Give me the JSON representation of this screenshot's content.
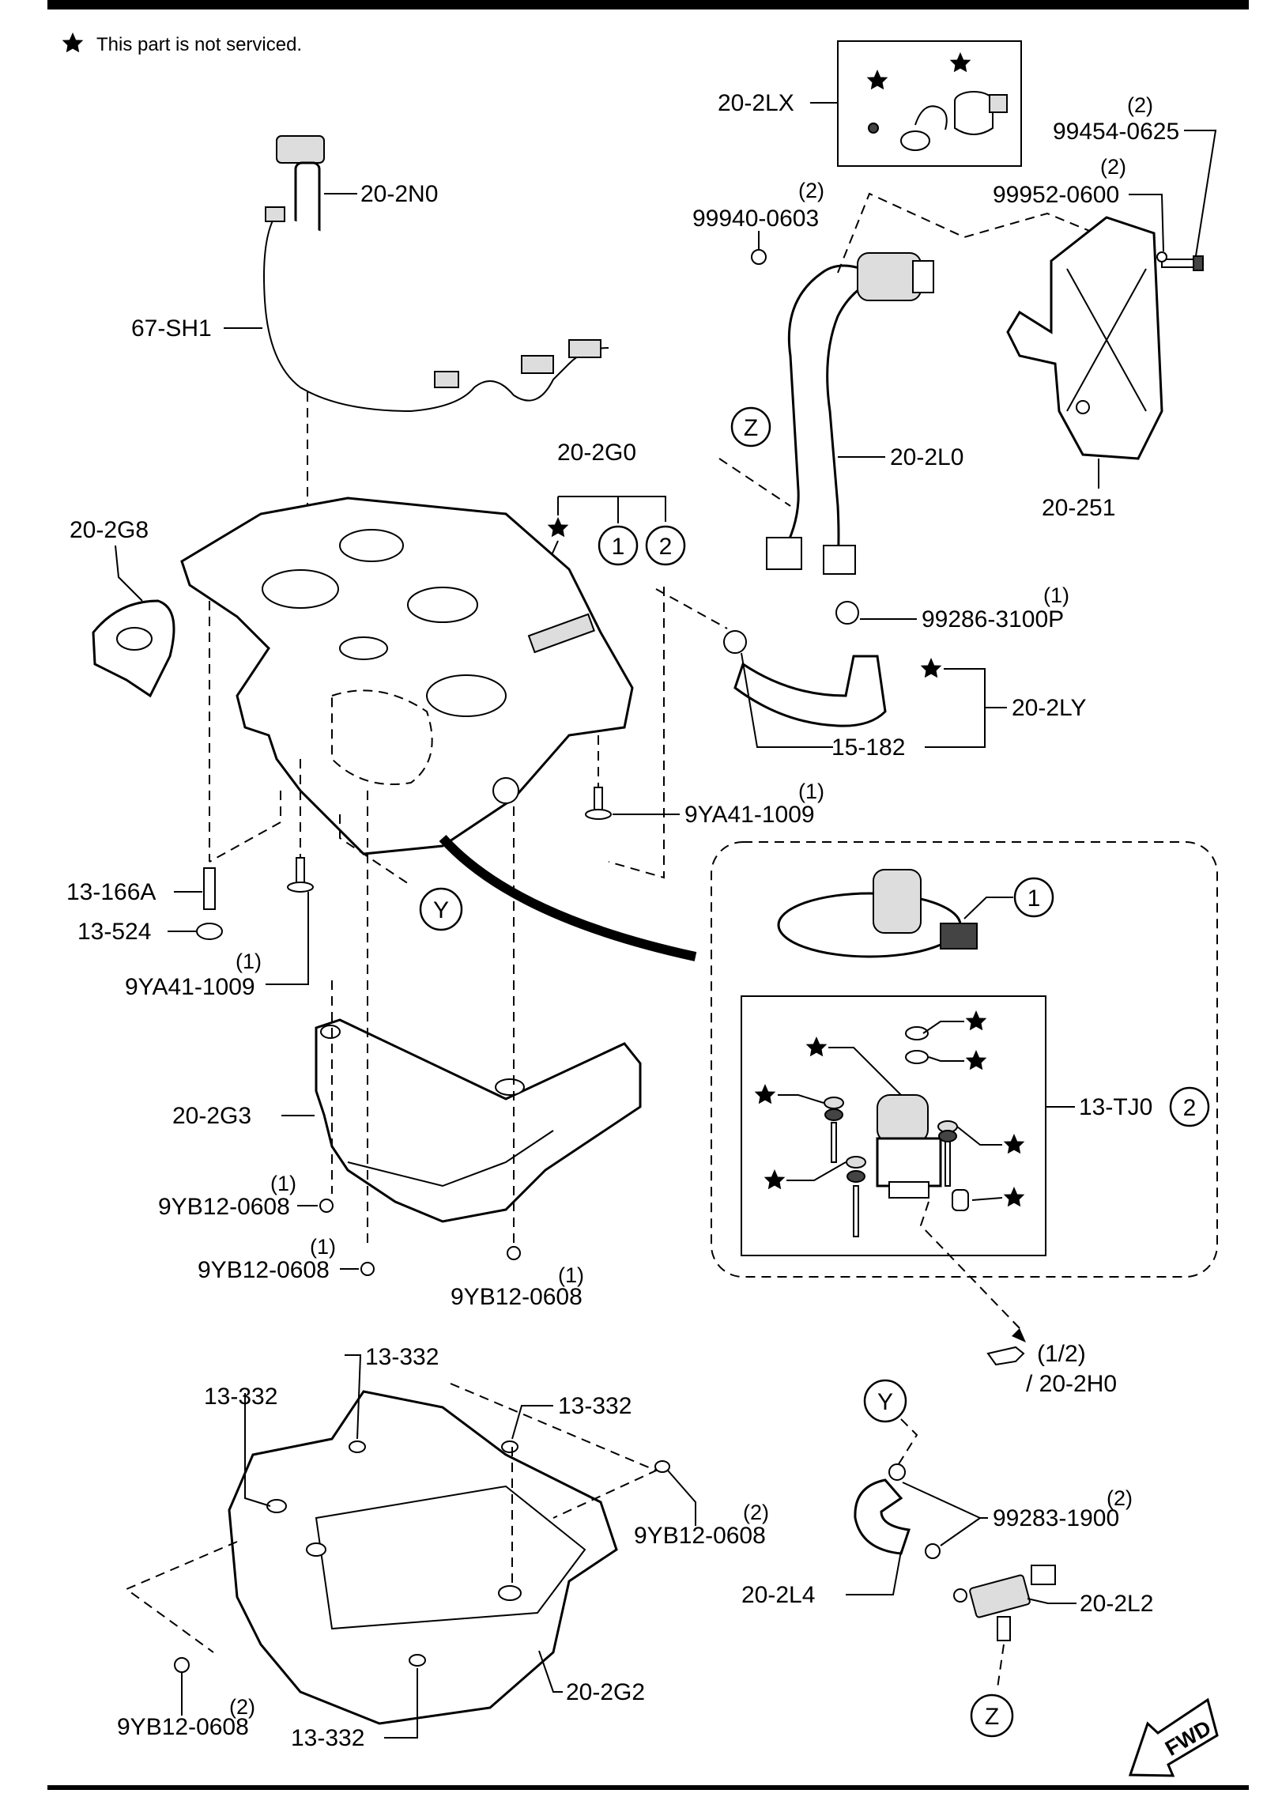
{
  "legend": {
    "note": "This part is not serviced."
  },
  "labels": {
    "lx": "20-2LX",
    "n0": "20-2N0",
    "sh1": "67-SH1",
    "bolt_99454": "99454-0625",
    "bolt_99454_qty": "(2)",
    "nut_99952": "99952-0600",
    "nut_99952_qty": "(2)",
    "nut_99940": "99940-0603",
    "nut_99940_qty": "(2)",
    "l0": "20-2L0",
    "z_top": "Z",
    "p251": "20-251",
    "g0": "20-2G0",
    "g0_c1": "1",
    "g0_c2": "2",
    "g8": "20-2G8",
    "clamp_99286": "99286-3100P",
    "clamp_99286_qty": "(1)",
    "ly": "20-2LY",
    "p15182": "15-182",
    "bolt_9ya41_r": "9YA41-1009",
    "bolt_9ya41_r_qty": "(1)",
    "p13166a": "13-166A",
    "p13524": "13-524",
    "bolt_9ya41_l": "9YA41-1009",
    "bolt_9ya41_l_qty": "(1)",
    "y_mid": "Y",
    "inset_c1": "1",
    "tj0": "13-TJ0",
    "tj0_c2": "2",
    "g3": "20-2G3",
    "w1": "9YB12-0608",
    "w1_qty": "(1)",
    "w2": "9YB12-0608",
    "w2_qty": "(1)",
    "w3": "9YB12-0608",
    "w3_qty": "(1)",
    "ref_page": "(1/2)",
    "ref_part": "/ 20-2H0",
    "s332_a": "13-332",
    "s332_b": "13-332",
    "s332_c": "13-332",
    "s332_d": "13-332",
    "w4": "9YB12-0608",
    "w4_qty": "(2)",
    "w5": "9YB12-0608",
    "w5_qty": "(2)",
    "g2": "20-2G2",
    "y_bot": "Y",
    "clip_99283": "99283-1900",
    "clip_99283_qty": "(2)",
    "l4": "20-2L4",
    "l2": "20-2L2",
    "z_bot": "Z",
    "fwd": "FWD"
  },
  "icons": [
    "star-icon",
    "hand-pointer-icon",
    "fwd-arrow-icon"
  ]
}
